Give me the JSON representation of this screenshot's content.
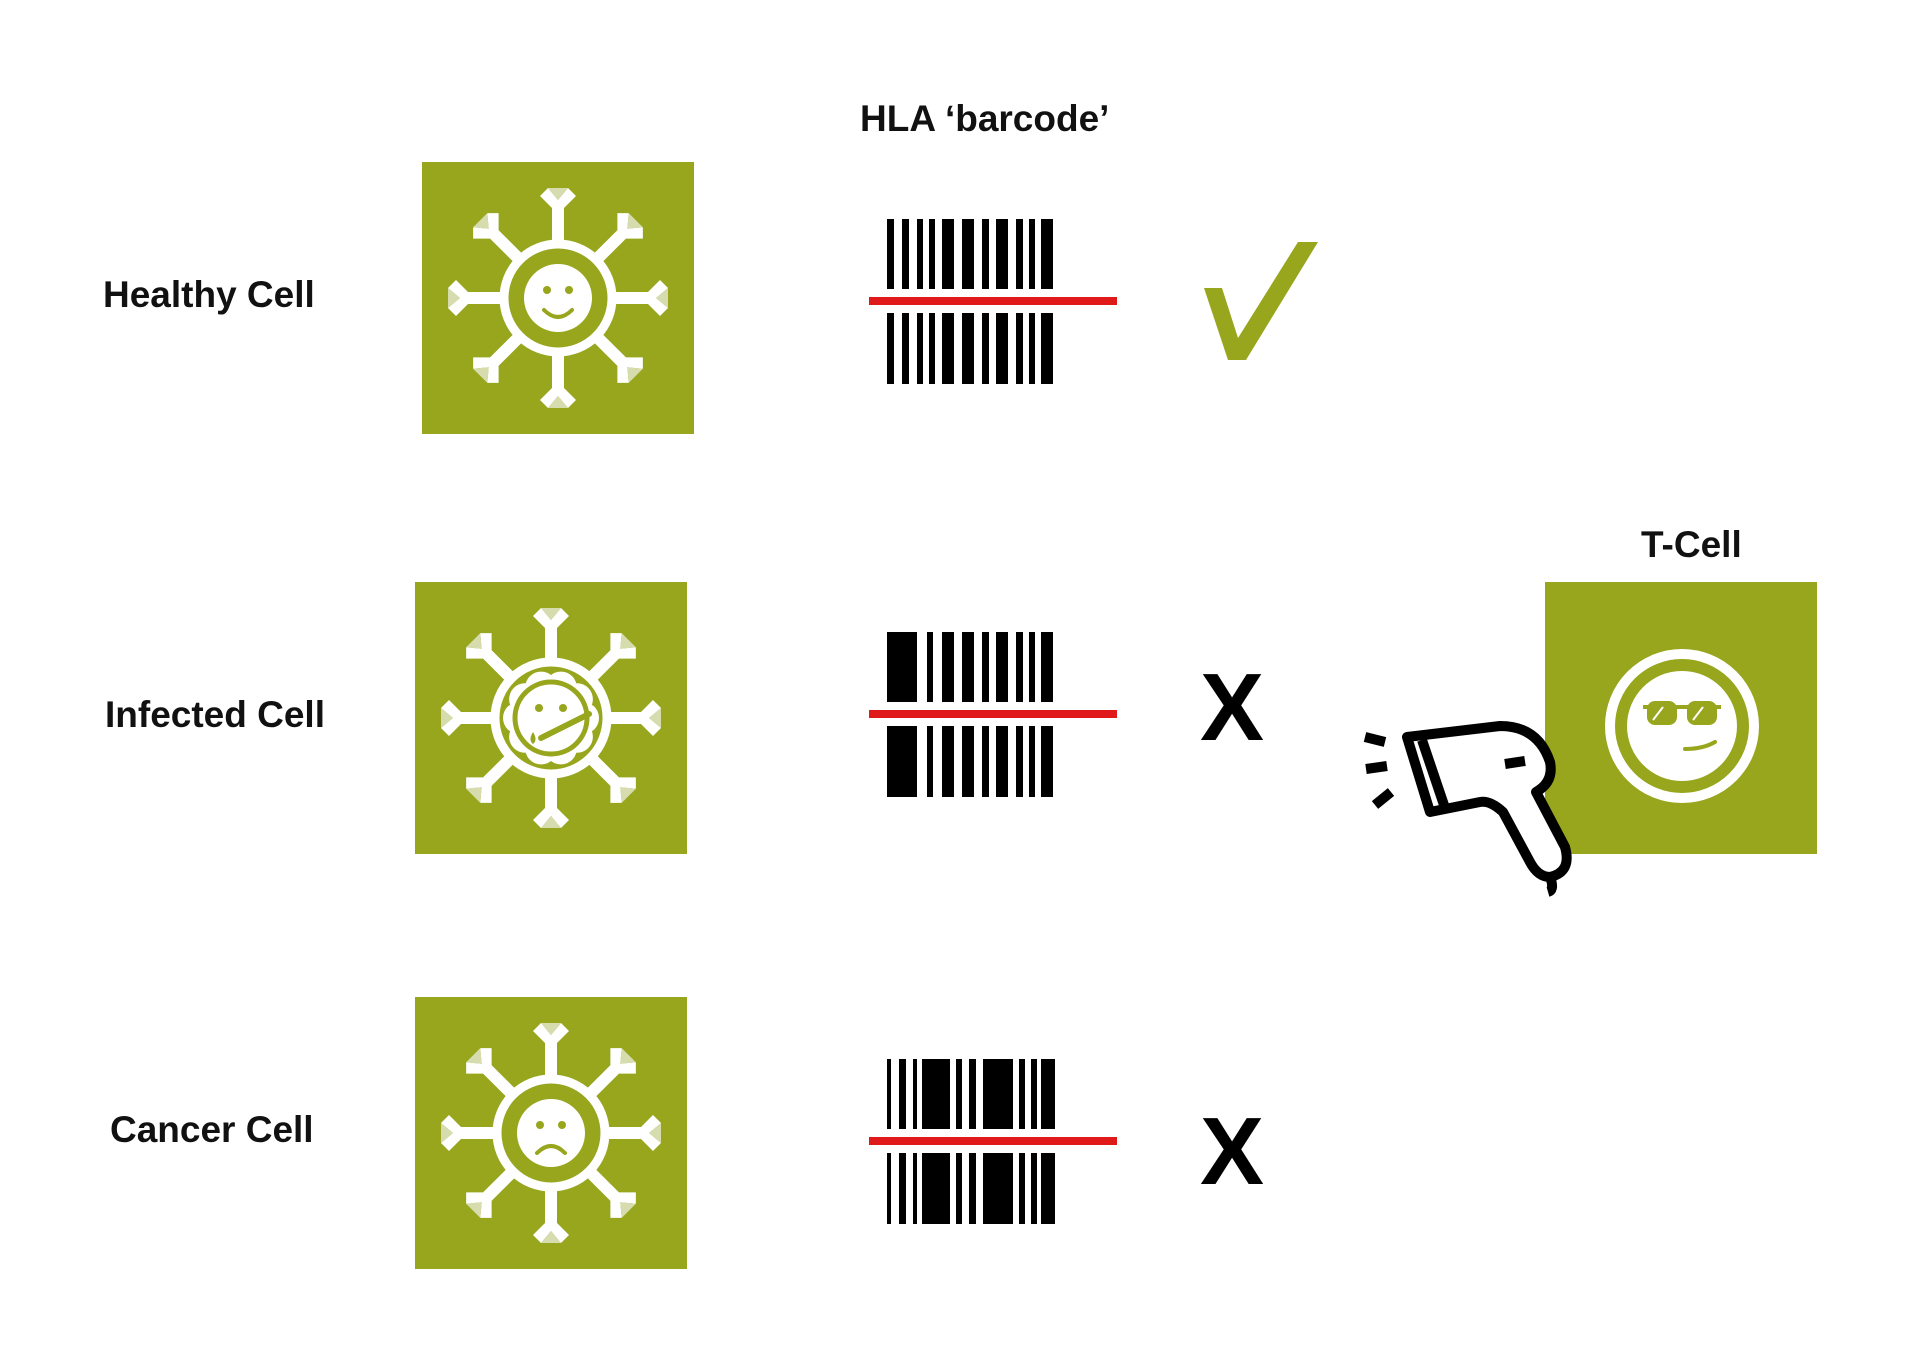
{
  "title": "HLA ‘barcode’",
  "colors": {
    "green": "#97a61d",
    "scan_line": "#e0191b",
    "ink": "#000000"
  },
  "rows": [
    {
      "label": "Healthy Cell",
      "face": "happy",
      "result": "match",
      "result_icon": "check-icon"
    },
    {
      "label": "Infected Cell",
      "face": "sick",
      "result": "X",
      "result_icon": "x-icon"
    },
    {
      "label": "Cancer Cell",
      "face": "sad",
      "result": "X",
      "result_icon": "x-icon"
    }
  ],
  "tcell": {
    "label": "T-Cell",
    "face": "sunglasses",
    "tool_icon": "barcode-scanner-icon"
  }
}
